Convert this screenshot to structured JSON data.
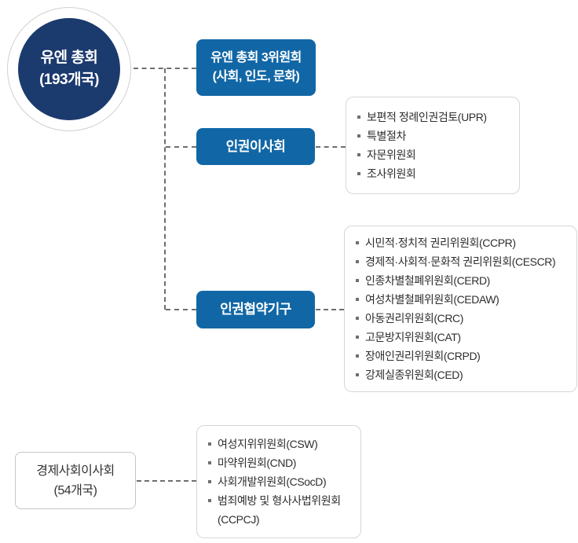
{
  "colors": {
    "navy": "#1b3a6e",
    "blue": "#1167a6",
    "line_gray": "#6f6f6f",
    "box_border": "#d6d6d6",
    "text_dark": "#2e2e2e",
    "bullet_gray": "#6f6f6f"
  },
  "root_node": {
    "line1": "유엔 총회",
    "line2": "(193개국)"
  },
  "third_committee": {
    "line1": "유엔 총회 3위원회",
    "line2": "(사회, 인도, 문화)"
  },
  "hrc": {
    "label": "인권이사회",
    "items": [
      "보편적 정례인권검토(UPR)",
      "특별절차",
      "자문위원회",
      "조사위원회"
    ]
  },
  "treaty_bodies": {
    "label": "인권협약기구",
    "items": [
      "시민적·정치적 권리위원회(CCPR)",
      "경제적·사회적·문화적 권리위원회(CESCR)",
      "인종차별철폐위원회(CERD)",
      "여성차별철폐위원회(CEDAW)",
      "아동권리위원회(CRC)",
      "고문방지위원회(CAT)",
      "장애인권리위원회(CRPD)",
      "강제실종위원회(CED)"
    ]
  },
  "ecosoc": {
    "line1": "경제사회이사회",
    "line2": "(54개국)",
    "items": [
      "여성지위위원회(CSW)",
      "마약위원회(CND)",
      "사회개발위원회(CSocD)",
      "범죄예방 및 형사사법위원회\n(CCPCJ)"
    ]
  }
}
